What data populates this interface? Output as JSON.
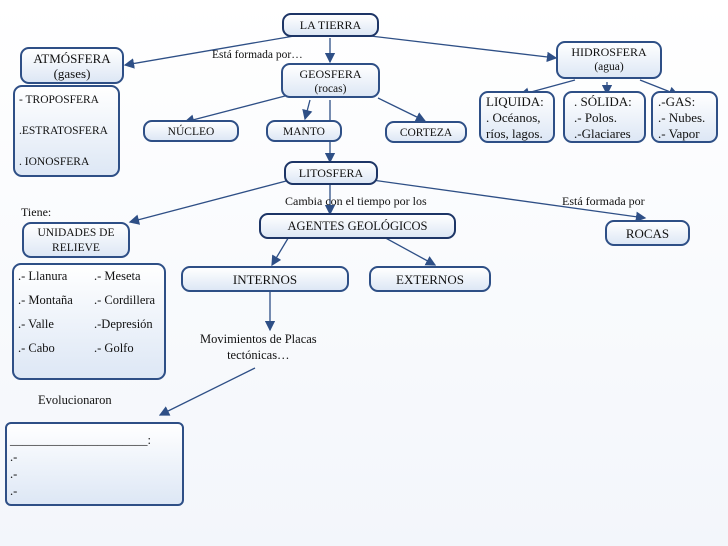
{
  "tierra": "LA TIERRA",
  "formada_por": "Está formada por…",
  "atmosfera": {
    "title": "ATMÓSFERA",
    "sub": "(gases)"
  },
  "atm_items": [
    "- TROPOSFERA",
    ".ESTRATOSFERA",
    ". IONOSFERA"
  ],
  "geosfera": {
    "title": "GEOSFERA",
    "sub": "(rocas)"
  },
  "hidrosfera": {
    "title": "HIDROSFERA",
    "sub": "(agua)"
  },
  "liquida": [
    "LIQUIDA:",
    ". Océanos,",
    "ríos, lagos."
  ],
  "solida": [
    ". SÓLIDA:",
    ".- Polos.",
    ".-Glaciares"
  ],
  "gas": [
    ".-GAS:",
    ".- Nubes.",
    ".- Vapor"
  ],
  "nucleo": "NÚCLEO",
  "manto": "MANTO",
  "corteza": "CORTEZA",
  "litosfera": "LITOSFERA",
  "cambia": "Cambia con el tiempo por  los",
  "esta_formada_por": "Está formada por",
  "tiene": "Tiene:",
  "unidades": [
    "UNIDADES  DE",
    "RELIEVE"
  ],
  "agentes": "AGENTES GEOLÓGICOS",
  "rocas": "ROCAS",
  "relieve_items": [
    [
      ".- Llanura",
      ".- Meseta"
    ],
    [
      ".- Montaña",
      ".- Cordillera"
    ],
    [
      ".- Valle",
      ".-Depresión"
    ],
    [
      ".- Cabo",
      ".- Golfo"
    ]
  ],
  "internos": "INTERNOS",
  "externos": "EXTERNOS",
  "movimientos": [
    "Movimientos de  Placas",
    "tectónicas…"
  ],
  "evolucionaron": "Evolucionaron",
  "blank_lines": [
    "______________________:",
    ".-",
    ".-",
    ".-"
  ],
  "colors": {
    "border": "#2e4f86",
    "arrow": "#2e4f86"
  }
}
